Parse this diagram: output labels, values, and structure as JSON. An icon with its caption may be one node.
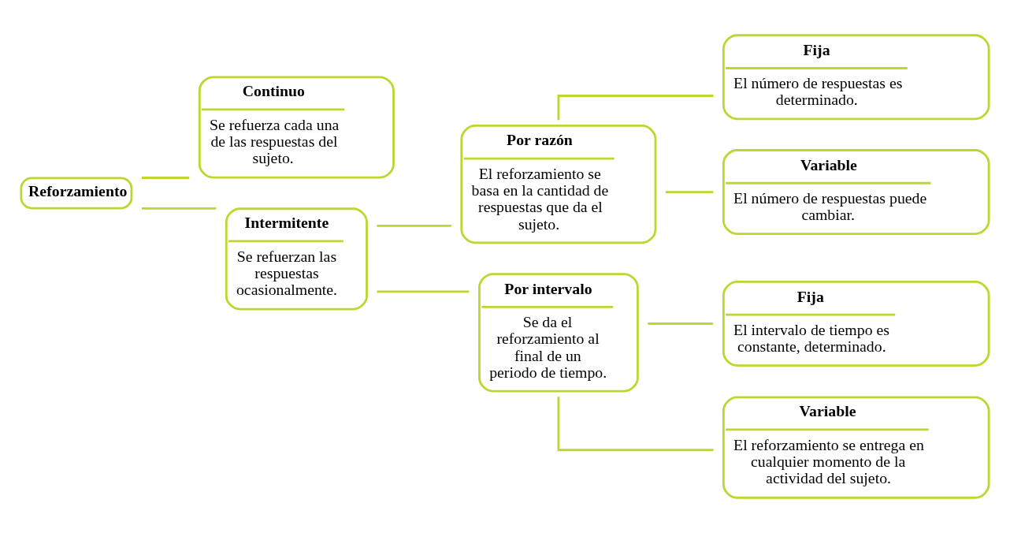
{
  "diagram": {
    "nodes": [
      {
        "text": [
          "Reforzamiento"
        ]
      },
      {
        "text": [
          "Continuo",
          "Se refuerza cada una de las respuestas del sujeto."
        ]
      },
      {
        "text": [
          "Intermitente",
          "Se refuerzan las respuestas ocasionalmente."
        ]
      },
      {
        "text": [
          "Por razón",
          "El reforzamiento se basa en la cantidad de respuestas que da el sujeto."
        ]
      },
      {
        "text": [
          "Por intervalo",
          "Se da el reforzamiento al final de un periodo de tiempo."
        ]
      },
      {
        "text": [
          "Fija",
          "El número de respuestas es determinado."
        ]
      },
      {
        "text": [
          "Variable",
          "El número de respuestas puede cambiar."
        ]
      },
      {
        "text": [
          "Fija",
          "El intervalo de tiempo es constante, determinado."
        ]
      },
      {
        "text": [
          "Variable",
          "El reforzamiento se entrega en cualquier momento de la actividad del sujeto."
        ]
      }
    ],
    "edges": [
      {
        "from": 0,
        "to": 1,
        "arrow": "none"
      },
      {
        "from": 0,
        "to": 2,
        "arrow": "none"
      },
      {
        "from": 2,
        "to": 3,
        "arrow": "none"
      },
      {
        "from": 2,
        "to": 4,
        "arrow": "none"
      },
      {
        "from": 3,
        "to": 5,
        "arrow": "none"
      },
      {
        "from": 3,
        "to": 6,
        "arrow": "none"
      },
      {
        "from": 4,
        "to": 7,
        "arrow": "none"
      },
      {
        "from": 4,
        "to": 8,
        "arrow": "none"
      }
    ]
  }
}
